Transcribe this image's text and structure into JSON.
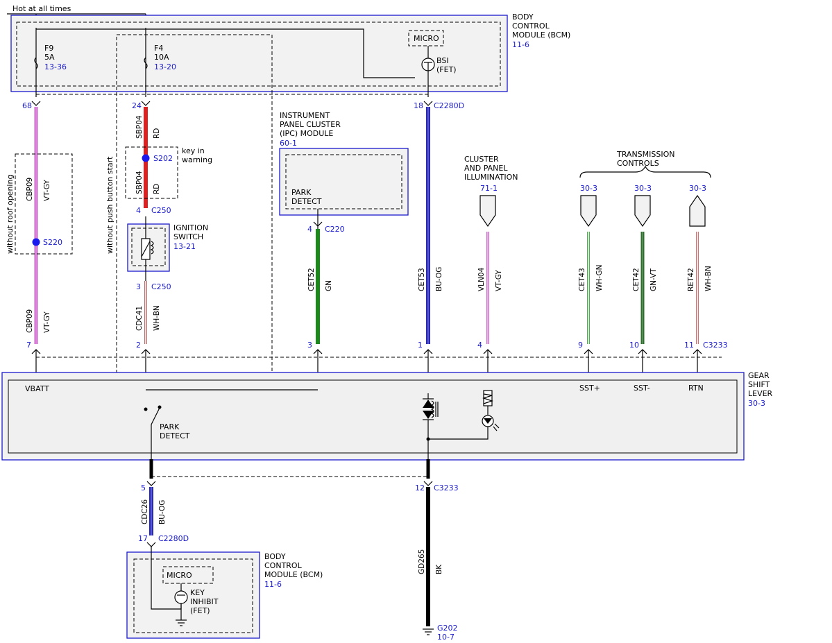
{
  "power_header": "Hot at all times",
  "colors": {
    "reference_blue": "#1a1acc",
    "wire_vt_gy": "#cc66cc",
    "wire_rd": "#e02020",
    "wire_gn": "#1a8a1a",
    "wire_bu_og": "#2a2ab0",
    "wire_bk": "#000000",
    "wire_wh_gn": "#55aa55",
    "wire_gn_vt": "#1a7a1a",
    "wire_wh_bn": "#b05a5a"
  },
  "bcm_top": {
    "name_lines": [
      "BODY",
      "CONTROL",
      "MODULE (BCM)"
    ],
    "ref": "11-6",
    "micro": "MICRO",
    "bsi_lines": [
      "BSI",
      "(FET)"
    ],
    "fuse_f9": {
      "name": "F9",
      "rating": "5A",
      "ref": "13-36"
    },
    "fuse_f4": {
      "name": "F4",
      "rating": "10A",
      "ref": "13-20"
    }
  },
  "pins": {
    "p68": "68",
    "p24": "24",
    "p18": "18",
    "c2280d_top": "C2280D",
    "p4_c250": "4",
    "c250_a": "C250",
    "p3_c250": "3",
    "c250_b": "C250",
    "p4_c220": "4",
    "c220": "C220",
    "p7": "7",
    "p2": "2",
    "p3": "3",
    "p1": "1",
    "p4": "4",
    "p9": "9",
    "p10": "10",
    "p11": "11",
    "c3233_top": "C3233",
    "p5": "5",
    "p12": "12",
    "c3233_bot": "C3233",
    "p17": "17",
    "c2280d_bot": "C2280D"
  },
  "splices": {
    "s220": "S220",
    "s202": "S202",
    "s202_note_lines": [
      "key in",
      "warning"
    ]
  },
  "options": {
    "roof": "without roof opening",
    "push_button": "without push button start"
  },
  "ignition_switch": {
    "lines": [
      "IGNITION",
      "SWITCH"
    ],
    "ref": "13-21"
  },
  "ipc": {
    "lines": [
      "INSTRUMENT",
      "PANEL CLUSTER",
      "(IPC) MODULE"
    ],
    "ref": "60-1",
    "inner_lines": [
      "PARK",
      "DETECT"
    ]
  },
  "cluster_illum": {
    "lines": [
      "CLUSTER",
      "AND PANEL",
      "ILLUMINATION"
    ],
    "ref": "71-1"
  },
  "transmission": {
    "lines": [
      "TRANSMISSION",
      "CONTROLS"
    ],
    "refs": [
      "30-3",
      "30-3",
      "30-3"
    ]
  },
  "wires": {
    "cbp09_top": {
      "circuit": "CBP09",
      "color": "VT-GY"
    },
    "cbp09_bot": {
      "circuit": "CBP09",
      "color": "VT-GY"
    },
    "sbp04_top": {
      "circuit": "SBP04",
      "color": "RD"
    },
    "sbp04_bot": {
      "circuit": "SBP04",
      "color": "RD"
    },
    "cdc41": {
      "circuit": "CDC41",
      "color": "WH-BN"
    },
    "cet52": {
      "circuit": "CET52",
      "color": "GN"
    },
    "cet53": {
      "circuit": "CET53",
      "color": "BU-OG"
    },
    "vln04": {
      "circuit": "VLN04",
      "color": "VT-GY"
    },
    "cet43": {
      "circuit": "CET43",
      "color": "WH-GN"
    },
    "cet42": {
      "circuit": "CET42",
      "color": "GN-VT"
    },
    "ret42": {
      "circuit": "RET42",
      "color": "WH-BN"
    },
    "cdc26": {
      "circuit": "CDC26",
      "color": "BU-OG"
    },
    "gd265": {
      "circuit": "GD265",
      "color": "BK"
    }
  },
  "gear_shift": {
    "name_lines": [
      "GEAR",
      "SHIFT",
      "LEVER"
    ],
    "ref": "30-3",
    "vbatt": "VBATT",
    "sst_plus": "SST+",
    "sst_minus": "SST-",
    "rtn": "RTN",
    "park_detect_lines": [
      "PARK",
      "DETECT"
    ]
  },
  "bcm_bottom": {
    "name_lines": [
      "BODY",
      "CONTROL",
      "MODULE (BCM)"
    ],
    "ref": "11-6",
    "micro": "MICRO",
    "key_inhibit_lines": [
      "KEY",
      "INHIBIT",
      "(FET)"
    ]
  },
  "ground": {
    "name": "G202",
    "ref": "10-7"
  }
}
